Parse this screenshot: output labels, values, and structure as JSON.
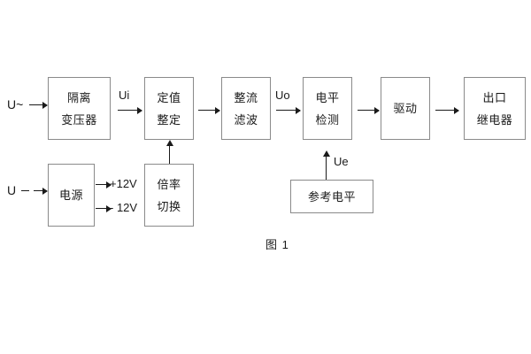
{
  "figure": {
    "caption": "图 1",
    "stroke_color": "#8a8a8a",
    "arrow_color": "#1a1a1a",
    "text_color": "#1a1a1a",
    "background": "#ffffff"
  },
  "inputs": {
    "ac_source_label": "U~",
    "dc_source_label": "U"
  },
  "signal_labels": {
    "ui": "Ui",
    "uo": "Uo",
    "ue": "Ue"
  },
  "power_rails": {
    "positive": "+12V",
    "negative": "- 12V"
  },
  "blocks": {
    "isolation_transformer": {
      "line1": "隔离",
      "line2": "变压器"
    },
    "setting_value": {
      "line1": "定值",
      "line2": "整定"
    },
    "rectify_filter": {
      "line1": "整流",
      "line2": "滤波"
    },
    "level_detect": {
      "line1": "电平",
      "line2": "检测"
    },
    "drive": {
      "line1": "驱动"
    },
    "output_relay": {
      "line1": "出口",
      "line2": "继电器"
    },
    "power_supply": {
      "line1": "电源"
    },
    "multiplier_switch": {
      "line1": "倍率",
      "line2": "切换"
    },
    "reference_level": {
      "line1": "参考电平"
    }
  }
}
